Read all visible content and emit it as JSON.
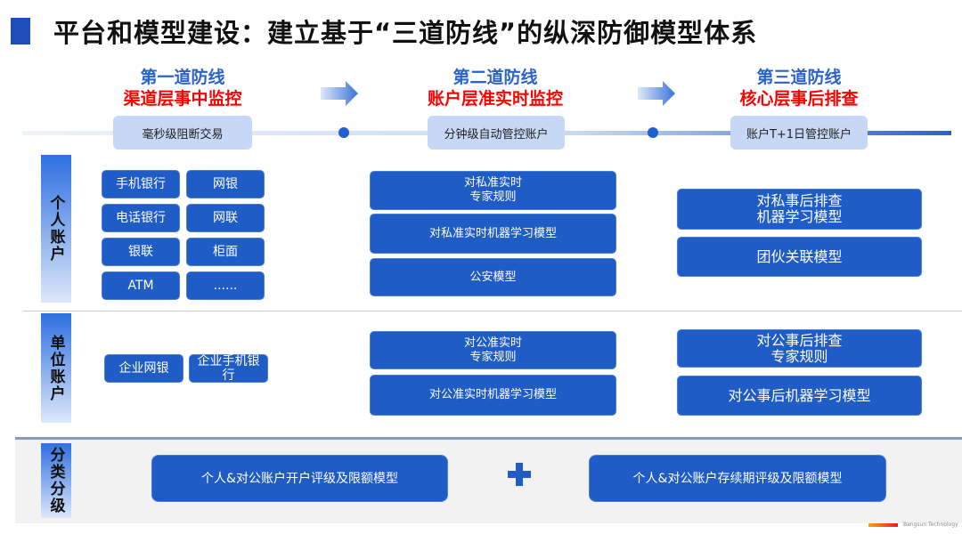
{
  "title": "平台和模型建设：建立基于“三道防线”的纵深防御模型体系",
  "colors": {
    "accent": "#1f5cc6",
    "red": "#ff0000",
    "pill": "#c6d8f5"
  },
  "stages": [
    {
      "line1": "第一道防线",
      "line2": "渠道层事中监控",
      "pill": "毫秒级阻断交易"
    },
    {
      "line1": "第二道防线",
      "line2": "账户层准实时监控",
      "pill": "分钟级自动管控账户"
    },
    {
      "line1": "第三道防线",
      "line2": "核心层事后排查",
      "pill": "账户T+1日管控账户"
    }
  ],
  "rows": {
    "personal": {
      "label": "个人账户",
      "channels": [
        "手机银行",
        "网银",
        "电话银行",
        "网联",
        "银联",
        "柜面",
        "ATM",
        "......"
      ],
      "realtime": [
        "对私准实时\n专家规则",
        "对私准实时机器学习模型",
        "公安模型"
      ],
      "post": [
        "对私事后排查\n机器学习模型",
        "团伙关联模型"
      ]
    },
    "corporate": {
      "label": "单位账户",
      "channels": [
        "企业网银",
        "企业手机银行"
      ],
      "realtime": [
        "对公准实时\n专家规则",
        "对公准实时机器学习模型"
      ],
      "post": [
        "对公事后排查\n专家规则",
        "对公事后机器学习模型"
      ]
    },
    "classification": {
      "label": "分类分级",
      "models": [
        "个人&对公账户开户评级及限额模型",
        "个人&对公账户存续期评级及限额模型"
      ]
    }
  },
  "logo": {
    "text": "Bangsun Technology"
  },
  "icons": {
    "arrow": "arrow-right-icon",
    "plus": "plus-icon"
  }
}
